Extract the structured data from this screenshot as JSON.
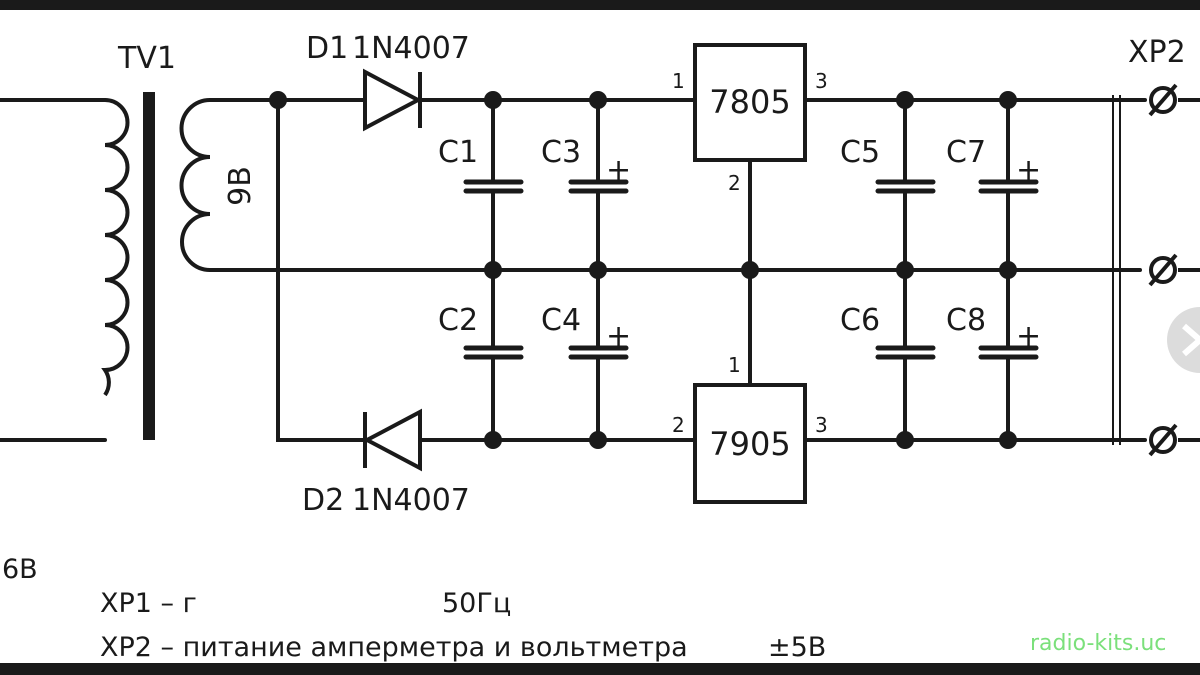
{
  "components": {
    "transformer": {
      "ref": "TV1",
      "secondary_voltage": "9В"
    },
    "diodes": [
      {
        "ref": "D1",
        "part": "1N4007"
      },
      {
        "ref": "D2",
        "part": "1N4007"
      }
    ],
    "capacitors": [
      "C1",
      "C2",
      "C3",
      "C4",
      "C5",
      "C6",
      "C7",
      "C8"
    ],
    "polarity_mark": "+",
    "regulators": [
      {
        "part": "7805",
        "pins": [
          "1",
          "2",
          "3"
        ]
      },
      {
        "part": "7905",
        "pins": [
          "1",
          "2",
          "3"
        ]
      }
    ],
    "connector": {
      "ref": "XP2"
    }
  },
  "notes": {
    "line0": "6В",
    "line1_a": "XP1 – г",
    "line1_b": "50Гц",
    "line2": "XP2 – питание амперметра и вольтметра",
    "line2_value": "±5В"
  },
  "watermark": "radio-kits.uc",
  "colors": {
    "ink": "#1a1a1a",
    "watermark": "#7be07b",
    "frame": "#1a1a1a"
  }
}
